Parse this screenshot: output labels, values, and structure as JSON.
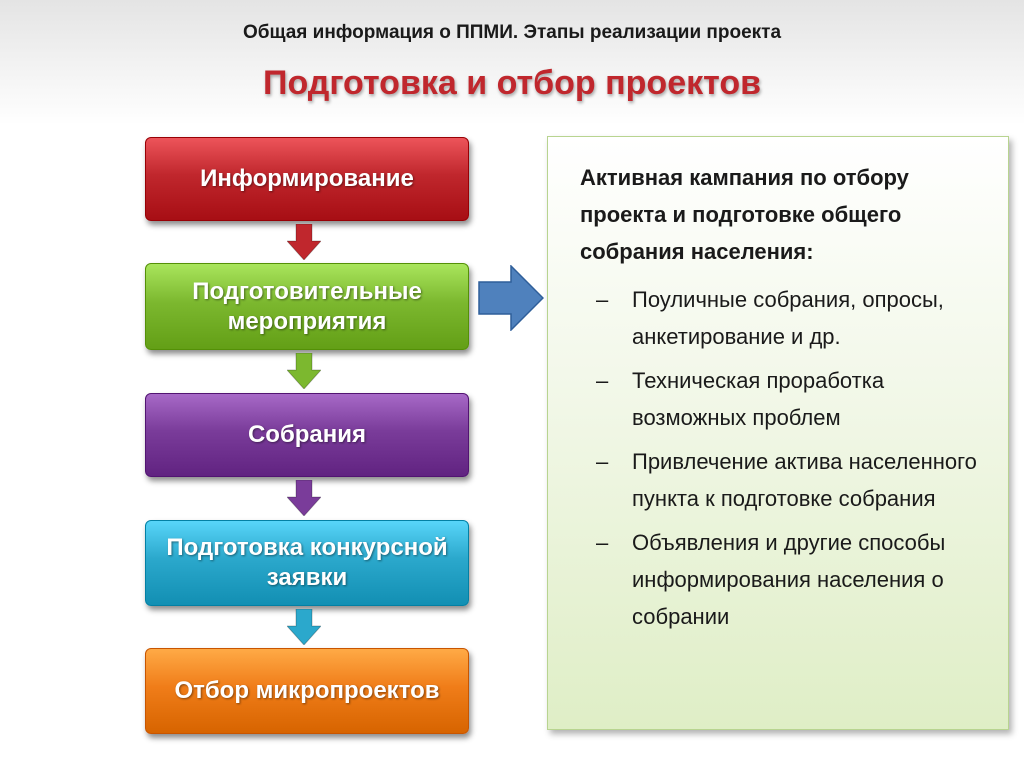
{
  "header": {
    "subtitle": "Общая информация о ППМИ. Этапы реализации проекта",
    "title": "Подготовка и отбор проектов"
  },
  "steps": [
    {
      "label": "Информирование",
      "color": "#c0272d"
    },
    {
      "label": "Подготовительные мероприятия",
      "color": "#7cb82f"
    },
    {
      "label": "Собрания",
      "color": "#7a3c9a"
    },
    {
      "label": "Подготовка конкурсной заявки",
      "color": "#2ba8cc"
    },
    {
      "label": "Отбор микропроектов",
      "color": "#f07d19"
    }
  ],
  "arrow_colors": [
    "#c0272d",
    "#7cb82f",
    "#7a3c9a",
    "#2ba8cc"
  ],
  "connector_arrow_color": "#4f81bd",
  "info": {
    "heading": "Активная кампания по отбору проекта и подготовке общего собрания населения:",
    "bullet_marker": "–",
    "items": [
      "Поуличные собрания, опросы, анкетирование и др.",
      "Техническая проработка возможных проблем",
      "Привлечение актива населенного пункта к подготовке собрания",
      "Объявления и другие способы информирования населения о собрании"
    ]
  }
}
